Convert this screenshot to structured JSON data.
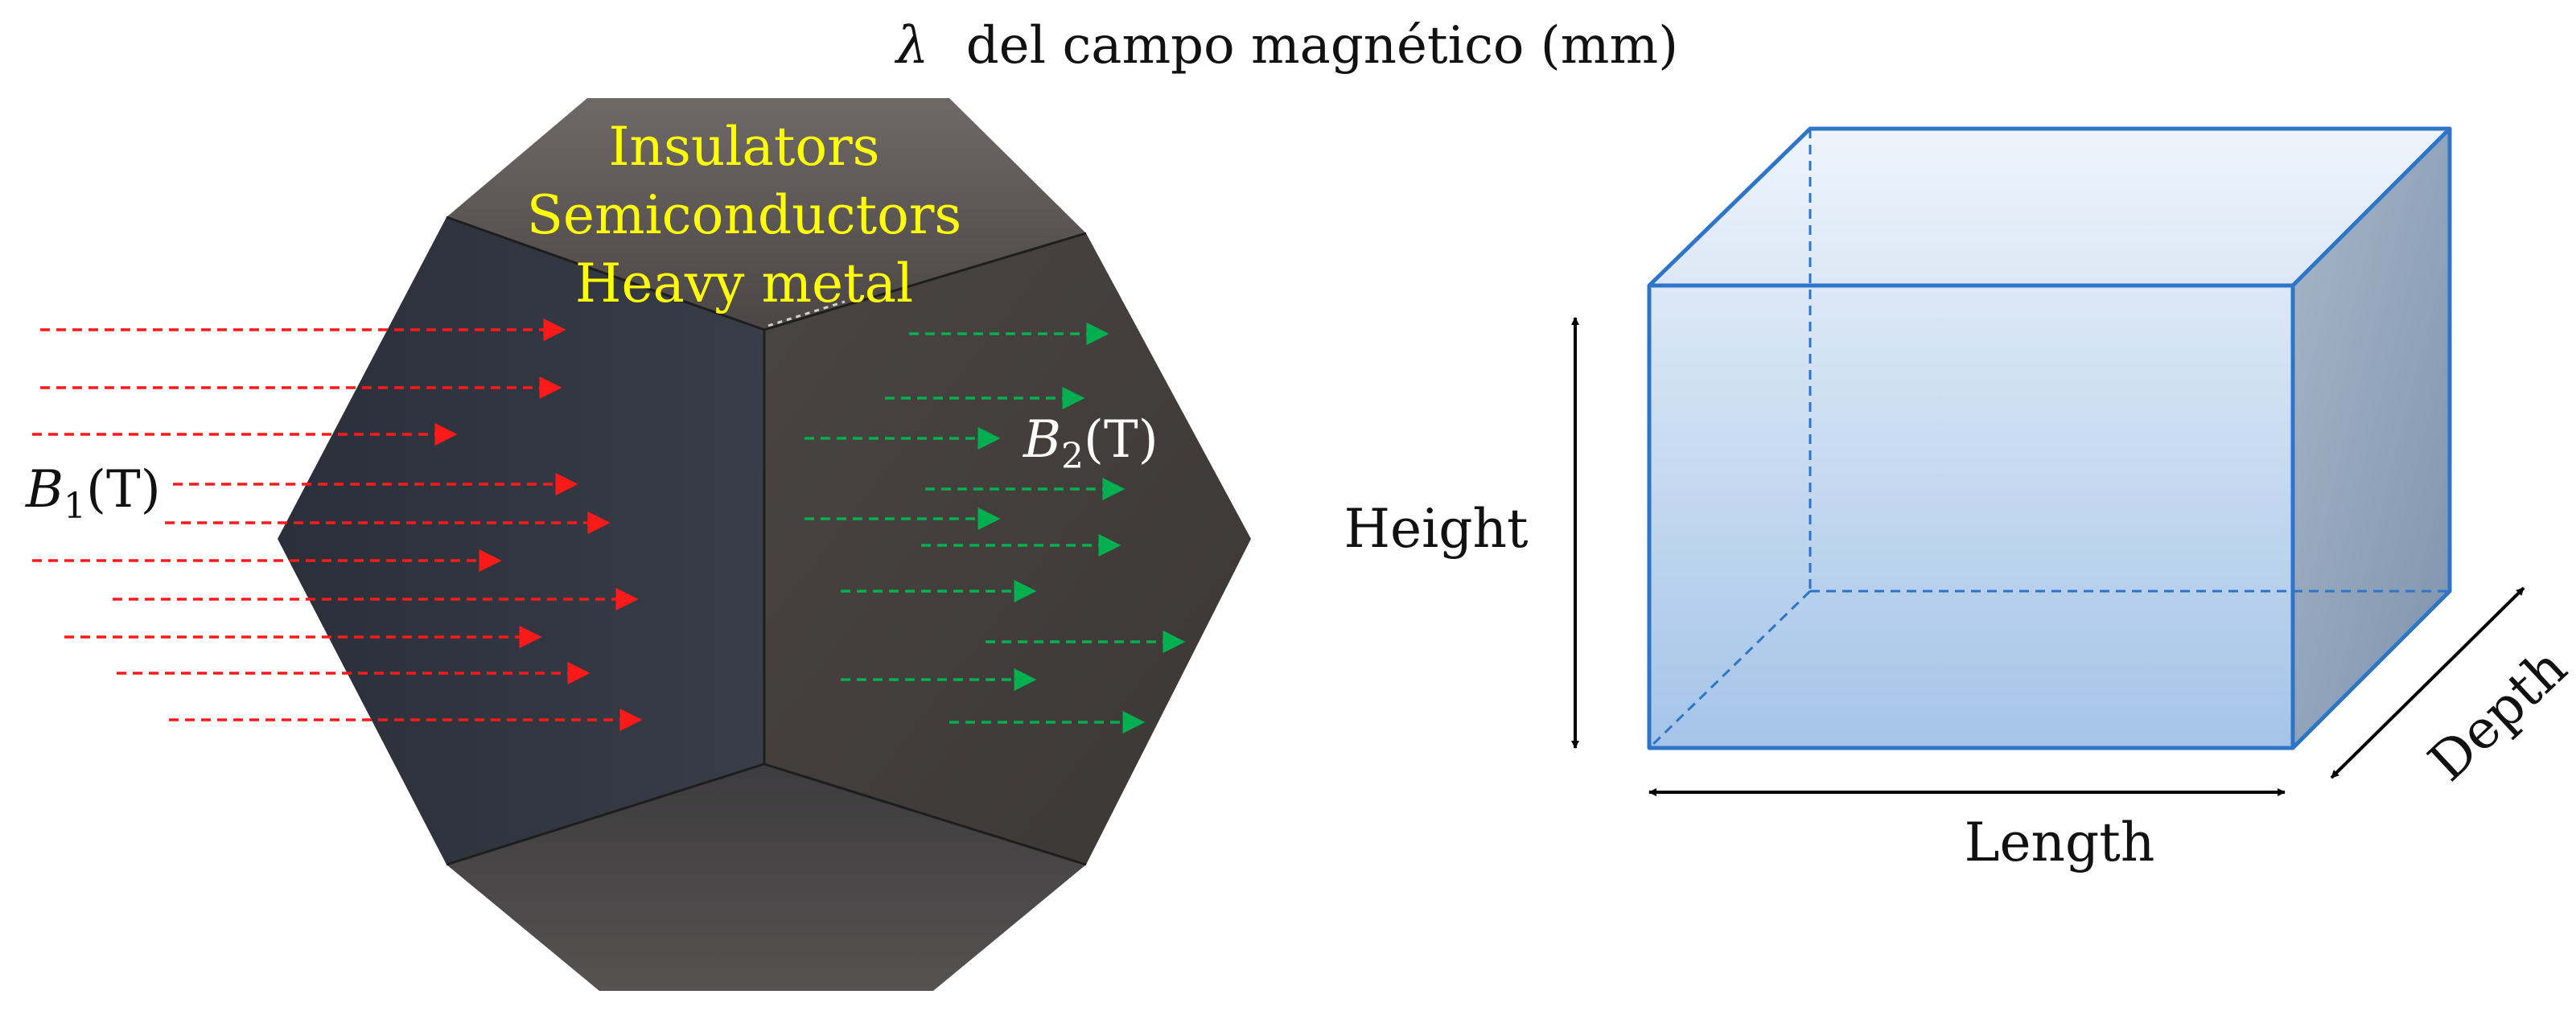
{
  "title": {
    "symbol": "λ",
    "text": "del campo magnético (mm)"
  },
  "polyhedron": {
    "labels": [
      "Insulators",
      "Semiconductors",
      "Heavy metal"
    ],
    "label_color": "#ffff00",
    "incident_field": {
      "symbol": "B",
      "subscript": "1",
      "unit": "(T)"
    },
    "transmitted_field": {
      "symbol": "B",
      "subscript": "2",
      "unit": "(T)"
    },
    "incident_arrow_color": "#ff1a1a",
    "transmitted_arrow_color": "#00b050"
  },
  "box": {
    "height_label": "Height",
    "length_label": "Length",
    "depth_label": "Depth",
    "edge_color": "#2e75c8",
    "fill_color": "#9dc3e6"
  }
}
